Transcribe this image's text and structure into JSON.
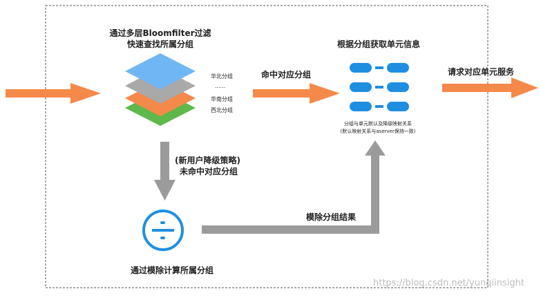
{
  "left_block": {
    "title_line1": "通过多层Bloomfilter过滤",
    "title_line2": "快速查找所属分组",
    "layers": [
      "华北分组",
      "......",
      "华南分组",
      "西北分组"
    ]
  },
  "arrow_labels": {
    "hit_group": "命中对应分组",
    "request_service": "请求对应单元服务",
    "downgrade_line1": "(新用户降级策略)",
    "downgrade_line2": "未命中对应分组",
    "mod_result": "模除分组结果"
  },
  "right_block": {
    "title": "根据分组获取单元信息",
    "note_line1": "分组与单元默认及降级映射关系",
    "note_line2": "(默认映射关系与aserver保持一致)"
  },
  "bottom_block": {
    "label": "通过模除计算所属分组"
  },
  "watermark": "https://blog.csdn.net/yunqiinsight",
  "colors": {
    "orange": "#f5894a",
    "gray_arrow": "#9b9b9b",
    "blue": "#1e8fe0",
    "layer_blue": "#6fb6f5",
    "layer_gray": "#a9a9a9",
    "layer_orange": "#f5894a",
    "layer_green": "#5fb84a"
  }
}
